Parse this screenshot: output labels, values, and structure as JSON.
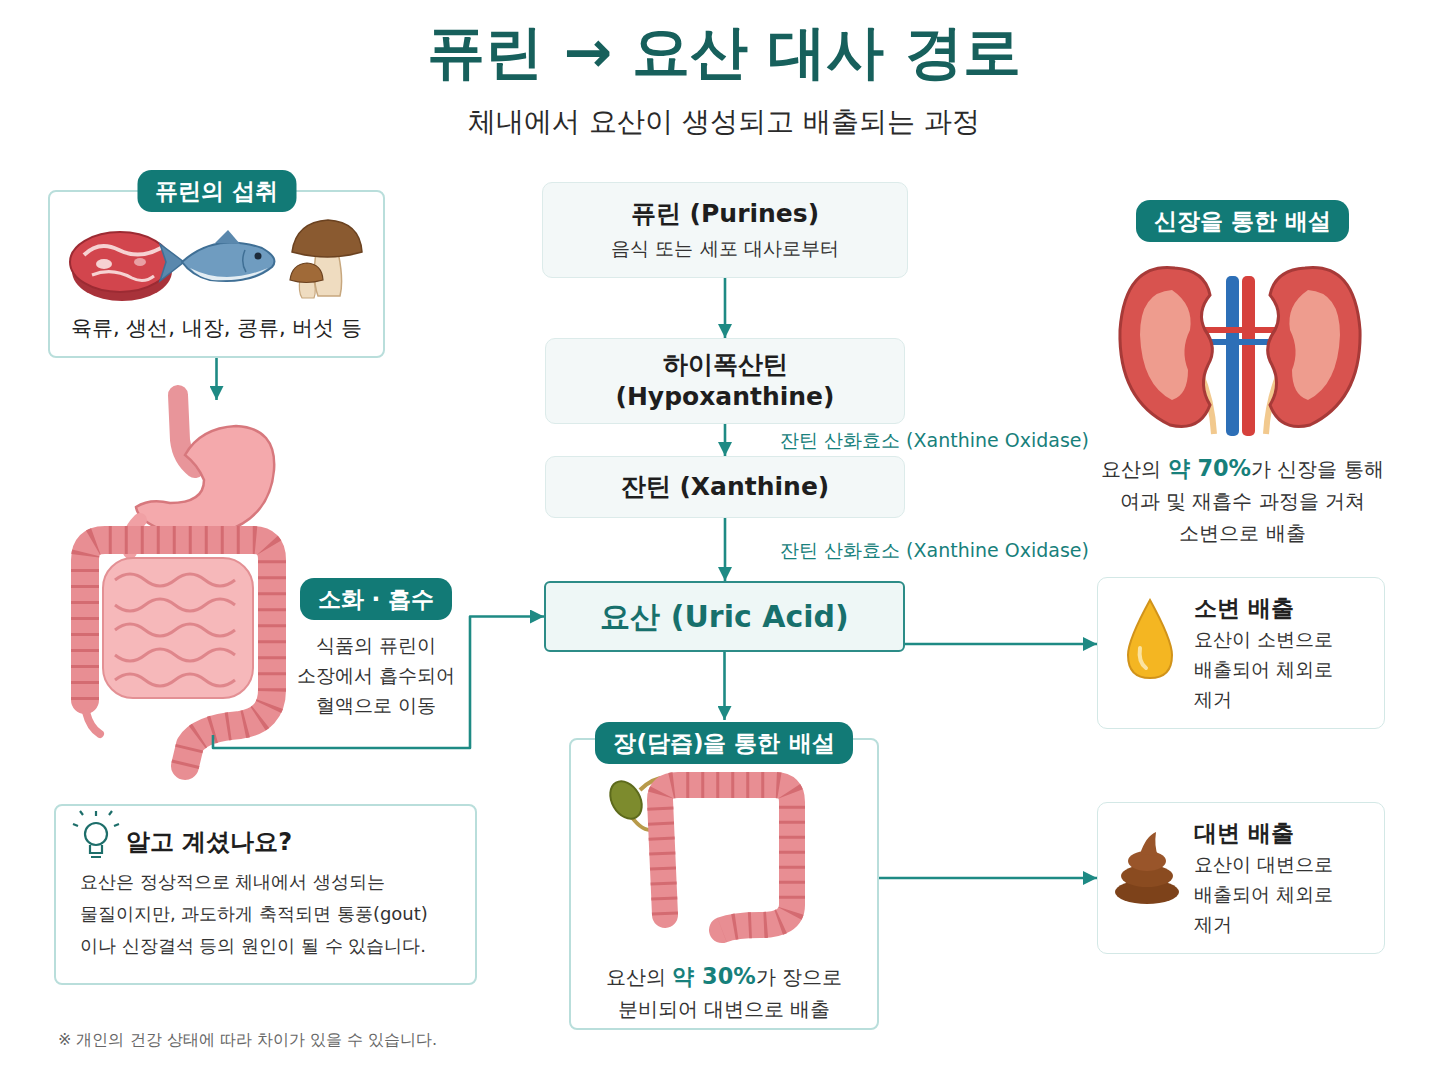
{
  "diagram": {
    "title": "퓨린 → 요산 대사 경로",
    "caption": "체내에서 요산이 생성되고 배출되는 과정",
    "nodes": [
      {
        "text": [
          "퓨린의 섭취",
          "육류, 생선, 내장, 콩류, 버섯 등"
        ]
      },
      {
        "text": [
          "퓨린 (Purines)",
          "음식 또는 세포 대사로부터"
        ]
      },
      {
        "text": [
          "신장을 통한 배설",
          "요산의 약 70%가 신장을 통해 여과 및 재흡수 과정을 거쳐 소변으로 배출"
        ]
      },
      {
        "text": [
          "하이폭산틴 (Hypoxanthine)"
        ]
      },
      {
        "text": [
          "잔틴 (Xanthine)"
        ]
      },
      {
        "text": [
          "소화 · 흡수",
          "식품의 퓨린이 소장에서 흡수되어 혈액으로 이동"
        ]
      },
      {
        "text": [
          "요산 (Uric Acid)"
        ]
      },
      {
        "text": [
          "소변 배출",
          "요산이 소변으로 배출되어 체외로 제거"
        ]
      },
      {
        "text": [
          "장(담즙)을 통한 배설",
          "요산의 약 30%가 장으로 분비되어 대변으로 배출"
        ]
      },
      {
        "text": [
          "알고 계셨나요?",
          "요산은 정상적으로 체내에서 생성되는 물질이지만, 과도하게 축적되면 통풍(gout)이나 신장결석 등의 원인이 될 수 있습니다."
        ]
      },
      {
        "text": [
          "대변 배출",
          "요산이 대변으로 배출되어 체외로 제거"
        ]
      }
    ],
    "edges": [
      {
        "from": 0,
        "to": 5,
        "arrow": "to"
      },
      {
        "from": 1,
        "to": 3,
        "arrow": "to"
      },
      {
        "from": 3,
        "to": 4,
        "label": "잔틴 산화효소 (Xanthine Oxidase)",
        "arrow": "to"
      },
      {
        "from": 4,
        "to": 6,
        "label": "잔틴 산화효소 (Xanthine Oxidase)",
        "arrow": "to"
      },
      {
        "from": 5,
        "to": 6,
        "arrow": "to"
      },
      {
        "from": 6,
        "to": 7,
        "arrow": "to"
      },
      {
        "from": 6,
        "to": 8,
        "arrow": "to"
      },
      {
        "from": 8,
        "to": 10,
        "arrow": "to"
      }
    ],
    "labels": [
      "※ 개인의 건강 상태에 따라 차이가 있을 수 있습니다."
    ]
  }
}
